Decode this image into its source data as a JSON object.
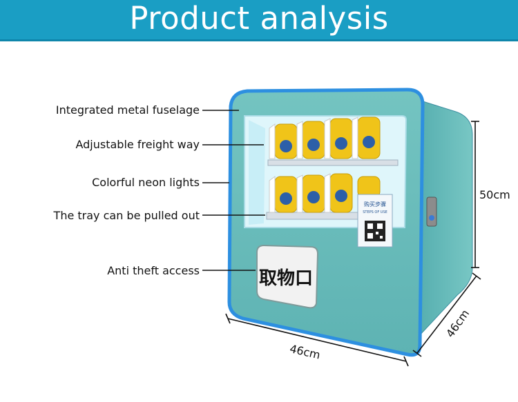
{
  "banner": {
    "title": "Product analysis"
  },
  "features": [
    {
      "label": "Integrated metal fuselage"
    },
    {
      "label": "Adjustable freight way"
    },
    {
      "label": "Colorful neon lights"
    },
    {
      "label": "The tray can be pulled out"
    },
    {
      "label": "Anti theft access"
    }
  ],
  "dimensions": {
    "height": "50cm",
    "width": "46cm",
    "depth": "46cm"
  },
  "machine": {
    "pickup_port_label": "取物口",
    "instruction_card_title": "购买步骤",
    "instruction_card_subtitle": "STEPS OF USE"
  },
  "colors": {
    "banner": "#1a9ec4",
    "machine_body": "#6bbfbe",
    "neon_edge": "#2d8fe0",
    "can_yellow": "#f0c419"
  }
}
